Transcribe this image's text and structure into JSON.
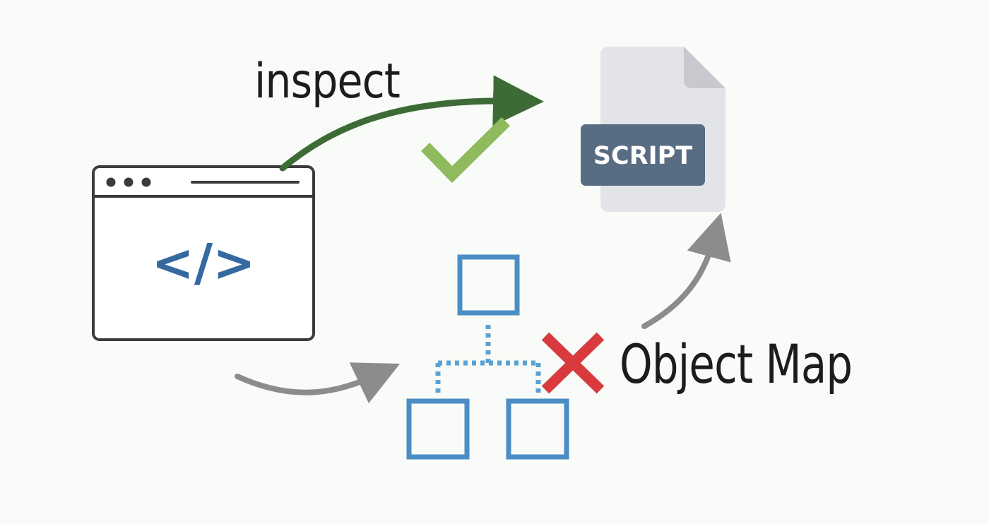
{
  "labels": {
    "inspect": "inspect",
    "object_map": "Object Map",
    "script_badge": "SCRIPT",
    "code_glyph": "</>"
  },
  "icons": {
    "browser_window": "browser-window-icon",
    "script_file": "script-file-icon",
    "hierarchy": "object-hierarchy-icon",
    "check": "check-icon",
    "cross": "cross-icon"
  },
  "colors": {
    "inspect_arrow": "#3d6b35",
    "gray_arrow": "#8c8c8c",
    "check": "#8fbb5e",
    "cross": "#d83a3d",
    "code": "#3569a0",
    "hierarchy": "#4b8ec5",
    "hierarchy_connector": "#5aa2d4",
    "file_body": "#e3e4e8",
    "file_fold": "#c7c9cf",
    "badge": "#586c82"
  }
}
